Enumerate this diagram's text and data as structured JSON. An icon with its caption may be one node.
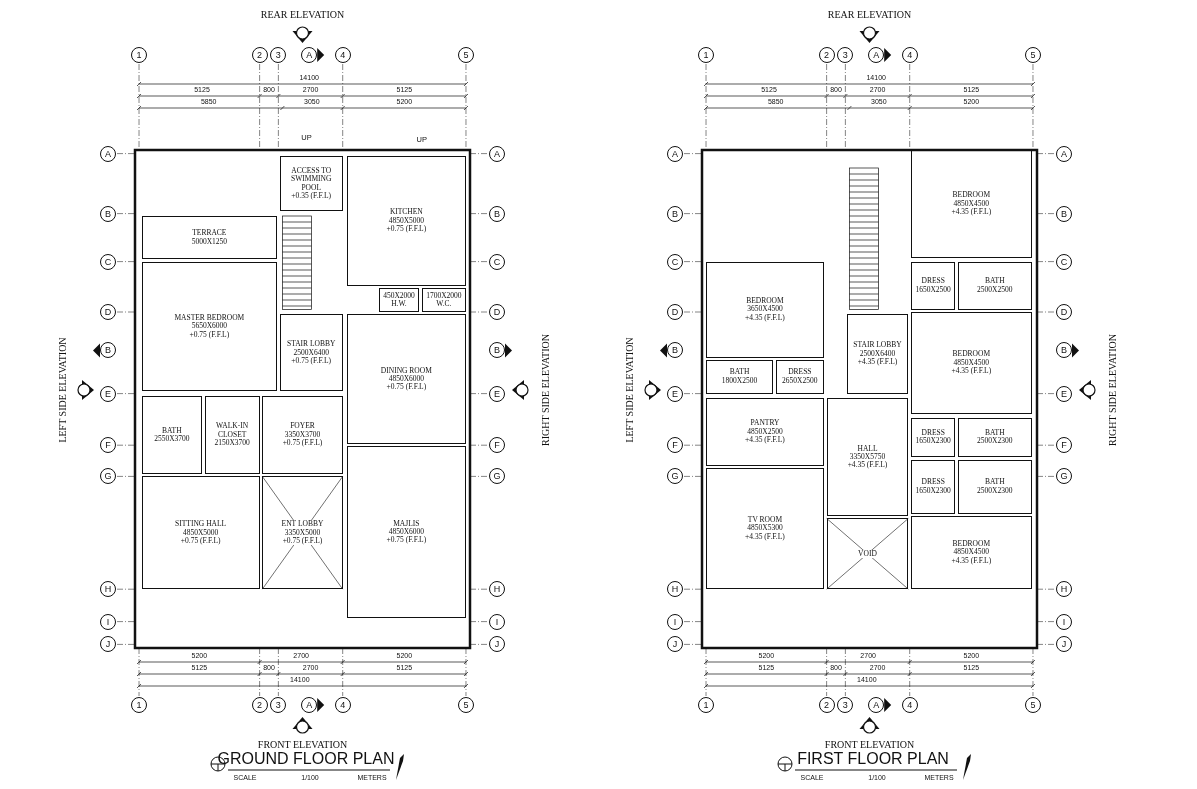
{
  "diagram": {
    "nodes": [
      {
        "text": [
          "1"
        ]
      },
      {
        "text": [
          "2"
        ]
      },
      {
        "text": [
          "3"
        ]
      },
      {
        "text": [
          "A"
        ]
      },
      {
        "text": [
          "4"
        ]
      },
      {
        "text": [
          "5"
        ]
      },
      {
        "text": [
          "A"
        ]
      },
      {
        "text": [
          "B"
        ]
      },
      {
        "text": [
          "C"
        ]
      },
      {
        "text": [
          "D"
        ]
      },
      {
        "text": [
          "E"
        ]
      },
      {
        "text": [
          "F"
        ]
      },
      {
        "text": [
          "G"
        ]
      },
      {
        "text": [
          "H"
        ]
      },
      {
        "text": [
          "I"
        ]
      },
      {
        "text": [
          "J"
        ]
      },
      {
        "text": [
          "A"
        ]
      },
      {
        "text": [
          "B"
        ]
      },
      {
        "text": [
          "C"
        ]
      },
      {
        "text": [
          "D"
        ]
      },
      {
        "text": [
          "E"
        ]
      },
      {
        "text": [
          "F"
        ]
      },
      {
        "text": [
          "G"
        ]
      },
      {
        "text": [
          "H"
        ]
      },
      {
        "text": [
          "I"
        ]
      },
      {
        "text": [
          "J"
        ]
      },
      {
        "text": [
          "B"
        ]
      },
      {
        "text": [
          "B"
        ]
      },
      {
        "text": [
          "1"
        ]
      },
      {
        "text": [
          "2"
        ]
      },
      {
        "text": [
          "3"
        ]
      },
      {
        "text": [
          "A"
        ]
      },
      {
        "text": [
          "4"
        ]
      },
      {
        "text": [
          "5"
        ]
      },
      {
        "text": [
          "ACCESS TO SWIMMING POOL",
          "+0.35 (F.F.L)"
        ]
      },
      {
        "text": [
          "KITCHEN",
          "4850X5000",
          "+0.75 (F.F.L)"
        ]
      },
      {
        "text": [
          "TERRACE",
          "5000X1250"
        ]
      },
      {
        "text": [
          "450X2000",
          "H.W."
        ]
      },
      {
        "text": [
          "1700X2000",
          "W.C."
        ]
      },
      {
        "text": [
          "STAIR LOBBY",
          "2500X6400",
          "+0.75 (F.F.L)"
        ]
      },
      {
        "text": [
          "MASTER BEDROOM",
          "5650X6000",
          "+0.75 (F.F.L)"
        ]
      },
      {
        "text": [
          "DINING ROOM",
          "4850X6000",
          "+0.75 (F.F.L)"
        ]
      },
      {
        "text": [
          "BATH",
          "2550X3700"
        ]
      },
      {
        "text": [
          "WALK-IN CLOSET",
          "2150X3700"
        ]
      },
      {
        "text": [
          "FOYER",
          "3350X3700",
          "+0.75 (F.F.L)"
        ]
      },
      {
        "text": [
          "SITTING HALL",
          "4850X5000",
          "+0.75 (F.F.L)"
        ]
      },
      {
        "text": [
          "ENT LOBBY",
          "3350X5000",
          "+0.75 (F.F.L)"
        ]
      },
      {
        "text": [
          "MAJLIS",
          "4850X6000",
          "+0.75 (F.F.L)"
        ]
      },
      {
        "text": [
          "1"
        ]
      },
      {
        "text": [
          "2"
        ]
      },
      {
        "text": [
          "3"
        ]
      },
      {
        "text": [
          "A"
        ]
      },
      {
        "text": [
          "4"
        ]
      },
      {
        "text": [
          "5"
        ]
      },
      {
        "text": [
          "A"
        ]
      },
      {
        "text": [
          "B"
        ]
      },
      {
        "text": [
          "C"
        ]
      },
      {
        "text": [
          "D"
        ]
      },
      {
        "text": [
          "E"
        ]
      },
      {
        "text": [
          "F"
        ]
      },
      {
        "text": [
          "G"
        ]
      },
      {
        "text": [
          "H"
        ]
      },
      {
        "text": [
          "I"
        ]
      },
      {
        "text": [
          "J"
        ]
      },
      {
        "text": [
          "A"
        ]
      },
      {
        "text": [
          "B"
        ]
      },
      {
        "text": [
          "C"
        ]
      },
      {
        "text": [
          "D"
        ]
      },
      {
        "text": [
          "E"
        ]
      },
      {
        "text": [
          "F"
        ]
      },
      {
        "text": [
          "G"
        ]
      },
      {
        "text": [
          "H"
        ]
      },
      {
        "text": [
          "I"
        ]
      },
      {
        "text": [
          "J"
        ]
      },
      {
        "text": [
          "B"
        ]
      },
      {
        "text": [
          "B"
        ]
      },
      {
        "text": [
          "1"
        ]
      },
      {
        "text": [
          "2"
        ]
      },
      {
        "text": [
          "3"
        ]
      },
      {
        "text": [
          "A"
        ]
      },
      {
        "text": [
          "4"
        ]
      },
      {
        "text": [
          "5"
        ]
      },
      {
        "text": [
          "BEDROOM",
          "4850X4500",
          "+4.35 (F.F.L)"
        ]
      },
      {
        "text": [
          "BEDROOM",
          "3650X4500",
          "+4.35 (F.F.L)"
        ]
      },
      {
        "text": [
          "STAIR LOBBY",
          "2500X6400",
          "+4.35 (F.F.L)"
        ]
      },
      {
        "text": [
          "DRESS",
          "1650X2500"
        ]
      },
      {
        "text": [
          "BATH",
          "2500X2500"
        ]
      },
      {
        "text": [
          "BEDROOM",
          "4850X4500",
          "+4.35 (F.F.L)"
        ]
      },
      {
        "text": [
          "BATH",
          "1800X2500"
        ]
      },
      {
        "text": [
          "DRESS",
          "2650X2500"
        ]
      },
      {
        "text": [
          "PANTRY",
          "4850X2500",
          "+4.35 (F.F.L)"
        ]
      },
      {
        "text": [
          "HALL",
          "3350X5750",
          "+4.35 (F.F.L)"
        ]
      },
      {
        "text": [
          "DRESS",
          "1650X2300"
        ]
      },
      {
        "text": [
          "BATH",
          "2500X2300"
        ]
      },
      {
        "text": [
          "TV ROOM",
          "4850X5300",
          "+4.35 (F.F.L)"
        ]
      },
      {
        "text": [
          "DRESS",
          "1650X2300"
        ]
      },
      {
        "text": [
          "BATH",
          "2500X2300"
        ]
      },
      {
        "text": [
          "VOID"
        ]
      },
      {
        "text": [
          "BEDROOM",
          "4850X4500",
          "+4.35 (F.F.L)"
        ]
      }
    ],
    "labels": [
      "REAR ELEVATION",
      "14100",
      "5125",
      "800",
      "2700",
      "5125",
      "5850",
      "3050",
      "5200",
      "UP",
      "UP",
      "LEFT SIDE ELEVATION",
      "RIGHT SIDE ELEVATION",
      "5200",
      "2700",
      "5200",
      "5125",
      "800",
      "2700",
      "5125",
      "14100",
      "FRONT ELEVATION",
      "GROUND FLOOR PLAN",
      "SCALE",
      "1/100",
      "METERS",
      "REAR ELEVATION",
      "14100",
      "5125",
      "800",
      "2700",
      "5125",
      "5850",
      "3050",
      "5200",
      "LEFT SIDE ELEVATION",
      "RIGHT SIDE ELEVATION",
      "5200",
      "2700",
      "5200",
      "5125",
      "800",
      "2700",
      "5125",
      "14100",
      "FRONT ELEVATION",
      "FIRST FLOOR PLAN",
      "SCALE",
      "1/100",
      "METERS"
    ]
  }
}
